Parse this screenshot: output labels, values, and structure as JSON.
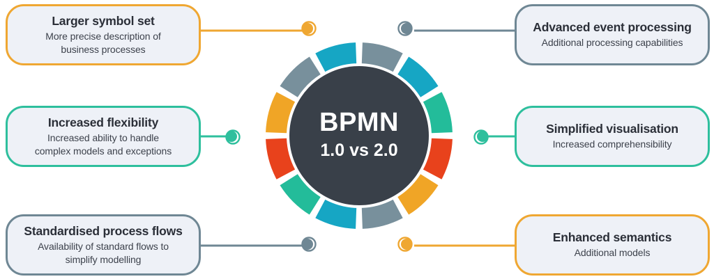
{
  "diagram": {
    "hub": {
      "title": "BPMN",
      "subtitle": "1.0 vs 2.0",
      "hub_fill": "#394049",
      "ring_colors": [
        "#f0a526",
        "#78909c",
        "#16a6c4",
        "#23bc9a",
        "#e8421c"
      ]
    },
    "cards": [
      {
        "id": "larger-symbol-set",
        "title": "Larger symbol set",
        "subtitle": "More precise description of business processes",
        "accent": "#efa732",
        "side": "left"
      },
      {
        "id": "increased-flexibility",
        "title": "Increased flexibility",
        "subtitle": "Increased ability to handle complex models and exceptions",
        "accent": "#2ebf9d",
        "side": "left"
      },
      {
        "id": "standardised-process-flows",
        "title": "Standardised process flows",
        "subtitle": "Availability of standard flows to simplify modelling",
        "accent": "#6f8794",
        "side": "left"
      },
      {
        "id": "advanced-event-processing",
        "title": "Advanced event processing",
        "subtitle": "Additional processing capabilities",
        "accent": "#6f8794",
        "side": "right"
      },
      {
        "id": "simplified-visualisation",
        "title": "Simplified visualisation",
        "subtitle": "Increased comprehensibility",
        "accent": "#2ebf9d",
        "side": "right"
      },
      {
        "id": "enhanced-semantics",
        "title": "Enhanced semantics",
        "subtitle": "Additional models",
        "accent": "#efa732",
        "side": "right"
      }
    ],
    "card_text": {
      "larger_symbol_set": {
        "title": "Larger symbol set",
        "line1": "More precise description of",
        "line2": "business processes"
      },
      "increased_flexibility": {
        "title": "Increased flexibility",
        "line1": "Increased ability to handle",
        "line2": "complex models and exceptions"
      },
      "standardised_process_flows": {
        "title": "Standardised process flows",
        "line1": "Availability of standard flows to",
        "line2": "simplify modelling"
      },
      "advanced_event_processing": {
        "title": "Advanced event processing",
        "line1": "Additional processing capabilities",
        "line2": ""
      },
      "simplified_visualisation": {
        "title": "Simplified visualisation",
        "line1": "Increased comprehensibility",
        "line2": ""
      },
      "enhanced_semantics": {
        "title": "Enhanced semantics",
        "line1": "Additional models",
        "line2": ""
      }
    }
  }
}
